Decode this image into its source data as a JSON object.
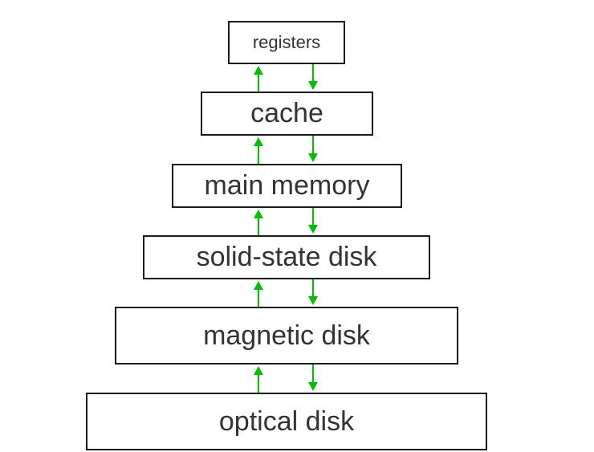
{
  "hierarchy": {
    "levels": [
      {
        "label": "registers"
      },
      {
        "label": "cache"
      },
      {
        "label": "main memory"
      },
      {
        "label": "solid-state disk"
      },
      {
        "label": "magnetic disk"
      },
      {
        "label": "optical disk"
      }
    ],
    "arrow_color": "#00c000",
    "border_color": "#1a1a1a",
    "text_color": "#333333",
    "icons": [
      "up-arrow-icon",
      "down-arrow-icon"
    ]
  }
}
